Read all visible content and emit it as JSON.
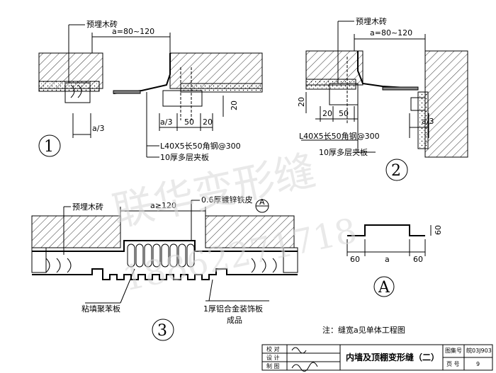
{
  "detail1": {
    "label_embedded_brick": "预埋木砖",
    "dim_gap": "a=80~120",
    "dim_a3": "a/3",
    "dim_a3_b": "a/3",
    "dim_50": "50",
    "dim_20": "20",
    "dim_20_v": "20",
    "label_angle_steel": "L40X5长50角钢@300",
    "label_plywood": "10厚多层夹板",
    "number": "1"
  },
  "detail2": {
    "label_embedded_brick": "预埋木砖",
    "dim_gap": "a=80~120",
    "dim_20_v": "20",
    "dim_20": "20",
    "dim_50": "50",
    "dim_a3": "a/3",
    "label_angle_steel": "L40X5长50角钢@300",
    "label_plywood": "10厚多层夹板",
    "number": "2"
  },
  "detail3": {
    "label_embedded_brick": "预埋木砖",
    "dim_gap": "a≥120",
    "label_galvanized": "0.6厚镀锌铁皮",
    "ref_A": "A",
    "label_polystyrene": "粘填聚苯板",
    "label_aluminum": "1厚铝合金装饰板",
    "label_finished": "成品",
    "number": "3"
  },
  "detailA": {
    "dim_60_left": "60",
    "dim_a": "a",
    "dim_60_right": "60",
    "dim_60_v": "60",
    "number": "A"
  },
  "note": "注：缝宽a见单体工程图",
  "watermark": {
    "text1": "联华变形缝",
    "text2": "18862271718"
  },
  "title_block": {
    "row1_label": "校 对",
    "row2_label": "设 计",
    "row3_label": "制 图",
    "title": "内墙及顶棚变形缝（二）",
    "atlas_label": "图集号",
    "atlas_no": "皖03J903",
    "page_label": "页 号",
    "page_no": "9"
  }
}
